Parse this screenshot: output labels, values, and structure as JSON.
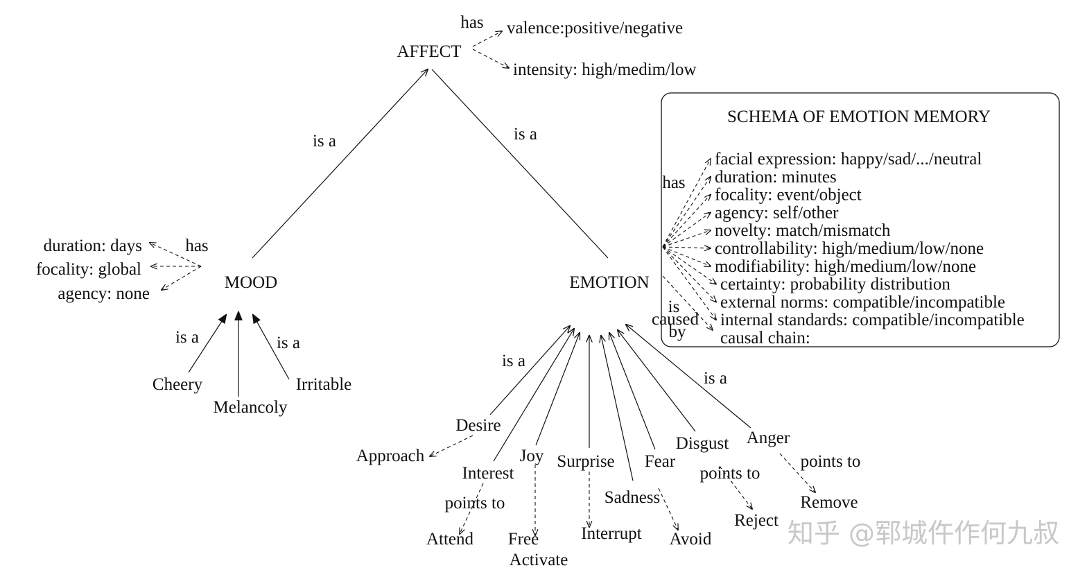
{
  "nodes": {
    "affect": "AFFECT",
    "mood": "MOOD",
    "emotion": "EMOTION",
    "cheery": "Cheery",
    "melancoly": "Melancoly",
    "irritable": "Irritable",
    "desire": "Desire",
    "interest": "Interest",
    "joy": "Joy",
    "surprise": "Surprise",
    "sadness": "Sadness",
    "fear": "Fear",
    "disgust": "Disgust",
    "anger": "Anger",
    "approach": "Approach",
    "attend": "Attend",
    "free": "Free",
    "activate": "Activate",
    "interrupt": "Interrupt",
    "avoid": "Avoid",
    "reject": "Reject",
    "remove": "Remove"
  },
  "affect_attrs": {
    "valence": "valence:positive/negative",
    "intensity": "intensity: high/medim/low"
  },
  "mood_attrs": {
    "duration": "duration: days",
    "focality": "focality: global",
    "agency": "agency: none"
  },
  "edge_labels": {
    "has": "has",
    "is_a": "is a",
    "points_to": "points to",
    "is": "is",
    "caused": "caused",
    "by": "by"
  },
  "schema": {
    "title": "SCHEMA OF EMOTION MEMORY",
    "attributes": [
      "facial expression: happy/sad/.../neutral",
      "duration: minutes",
      "focality: event/object",
      "agency: self/other",
      "novelty: match/mismatch",
      "controllability: high/medium/low/none",
      "modifiability: high/medium/low/none",
      "certainty: probability distribution",
      "external norms: compatible/incompatible",
      "internal standards: compatible/incompatible",
      "causal chain:"
    ]
  },
  "watermark": "知乎 @郓城仵作何九叔"
}
